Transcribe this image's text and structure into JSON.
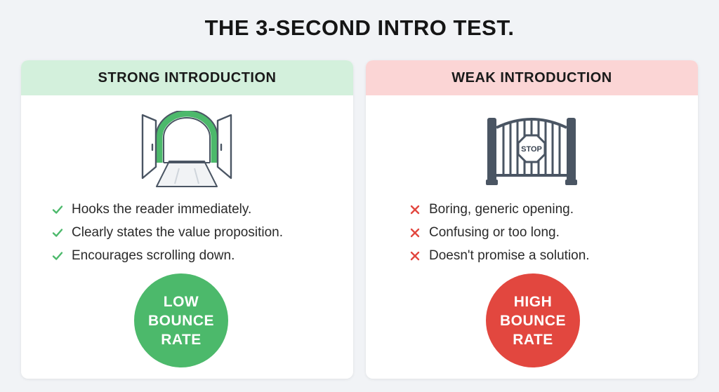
{
  "title": "THE 3-SECOND INTRO TEST.",
  "colors": {
    "strong_header": "#d3f0dc",
    "weak_header": "#fbd5d5",
    "strong_accent": "#4cb96b",
    "weak_accent": "#e2473f"
  },
  "strong": {
    "header": "STRONG INTRODUCTION",
    "icon": "open-doors-icon",
    "items": [
      "Hooks the reader immediately.",
      "Clearly states the value proposition.",
      "Encourages scrolling down."
    ],
    "badge": [
      "LOW",
      "BOUNCE",
      "RATE"
    ]
  },
  "weak": {
    "header": "WEAK INTRODUCTION",
    "icon": "closed-gate-icon",
    "stop_sign": "STOP",
    "items": [
      "Boring, generic opening.",
      "Confusing or too long.",
      "Doesn't promise a solution."
    ],
    "badge": [
      "HIGH",
      "BOUNCE",
      "RATE"
    ]
  }
}
